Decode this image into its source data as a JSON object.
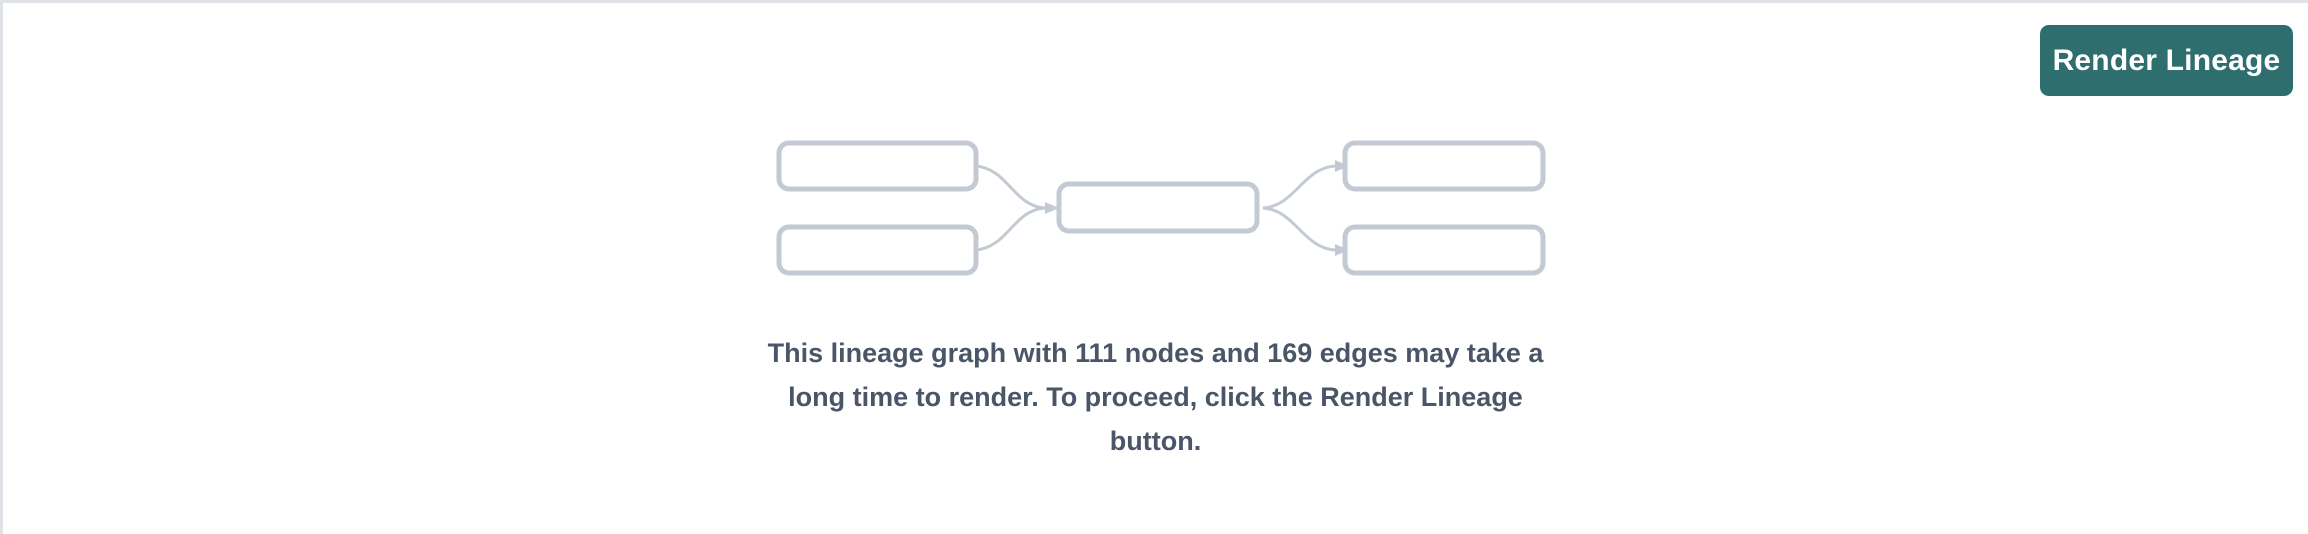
{
  "page": {
    "background_color": "#ffffff",
    "border_color": "#dfe2e7"
  },
  "toolbar": {
    "render_button_label": "Render Lineage",
    "render_button_color": "#2f6e6e",
    "render_button_text_color": "#ffffff"
  },
  "graph_placeholder": {
    "node_border_color": "#c3cad4",
    "node_fill_color": "#ffffff",
    "edge_color": "#c3cad4",
    "nodes": [
      {
        "id": "source-top",
        "label": ""
      },
      {
        "id": "source-bottom",
        "label": ""
      },
      {
        "id": "center",
        "label": ""
      },
      {
        "id": "target-top",
        "label": ""
      },
      {
        "id": "target-bottom",
        "label": ""
      }
    ],
    "edges": [
      {
        "from": "source-top",
        "to": "center"
      },
      {
        "from": "source-bottom",
        "to": "center"
      },
      {
        "from": "center",
        "to": "target-top"
      },
      {
        "from": "center",
        "to": "target-bottom"
      }
    ]
  },
  "notice": {
    "text": "This lineage graph with 111 nodes and 169 edges may take a long time to render. To proceed, click the Render Lineage button.",
    "node_count": "111",
    "edge_count": "169",
    "text_color": "#4a5568"
  }
}
